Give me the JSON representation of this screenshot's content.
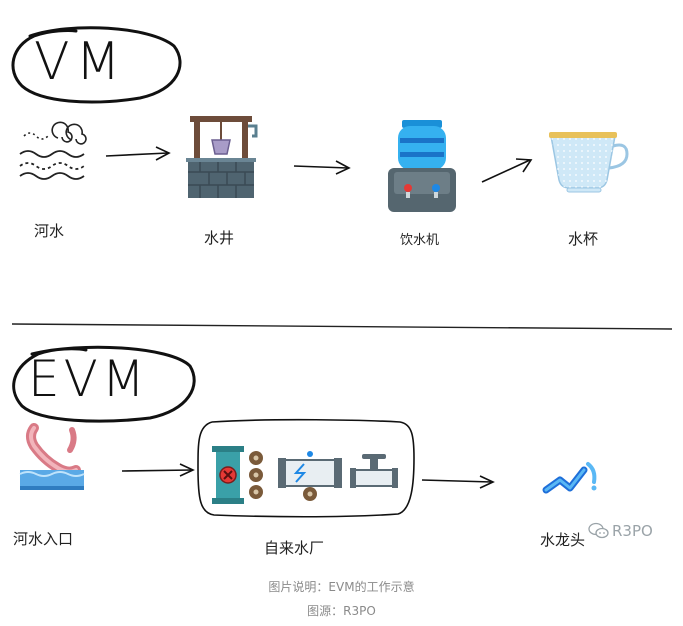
{
  "vm": {
    "badge": "VM",
    "nodes": [
      {
        "icon": "river-waves-icon",
        "label": "河水"
      },
      {
        "icon": "water-well-icon",
        "label": "水井"
      },
      {
        "icon": "water-dispenser-icon",
        "label": "饮水机"
      },
      {
        "icon": "water-cup-icon",
        "label": "水杯"
      }
    ]
  },
  "evm": {
    "badge": "EVM",
    "nodes": [
      {
        "icon": "river-inlet-icon",
        "label": "河水入口"
      },
      {
        "icon": "water-plant-icon",
        "label": "自来水厂"
      },
      {
        "icon": "faucet-water-icon",
        "label": "水龙头"
      }
    ]
  },
  "watermark": "R3PO",
  "caption": {
    "line1": "图片说明：EVM的工作示意",
    "line2": "图源：R3PO"
  },
  "colors": {
    "ink": "#111111",
    "pipe_teal": "#3aa0a8",
    "gear_brown": "#7a5a3a",
    "stone": "#4f6470",
    "water_blue": "#1e88e5",
    "cup_blue": "#cfe8f7",
    "cup_rim": "#e8c15a"
  }
}
